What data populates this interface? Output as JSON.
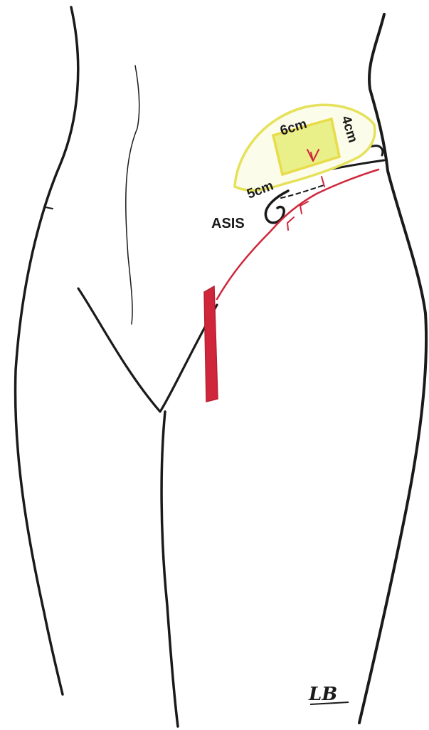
{
  "labels": {
    "width_top": "6cm",
    "width_side": "4cm",
    "distance": "5cm",
    "landmark": "ASIS"
  },
  "signature": "LB",
  "colors": {
    "outline": "#1a1a1a",
    "vessel": "#d0263b",
    "flap_outline": "#e6e15a",
    "flap_fill": "#edf2a6",
    "paddle_fill": "#e9f089",
    "paddle_outline": "#e8dc4a"
  }
}
